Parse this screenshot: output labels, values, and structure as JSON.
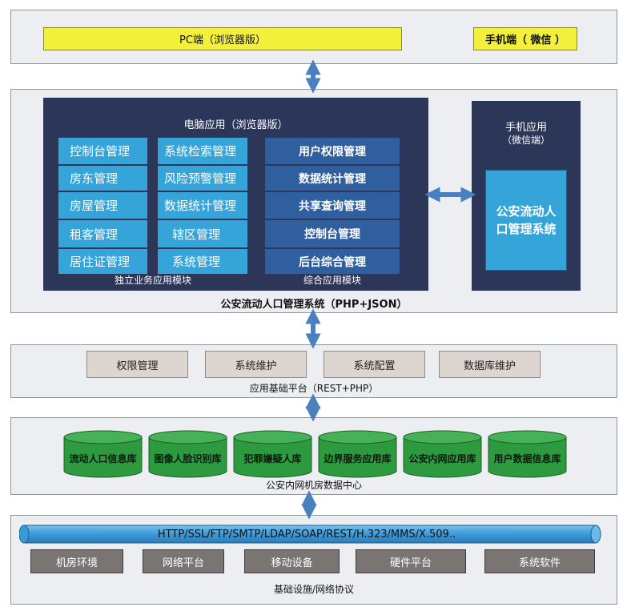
{
  "top": {
    "pc_client": "PC端（浏览器版）",
    "mobile_client": "手机端（  微信  ）"
  },
  "app_layer": {
    "pc_app_title": "电脑应用（浏览器版）",
    "independent_modules": {
      "col1": [
        "控制台管理",
        "房东管理",
        "房屋管理",
        "租客管理",
        "居住证管理"
      ],
      "col2": [
        "系统检索管理",
        "风险预警管理",
        "数据统计管理",
        "辖区管理",
        "系统管理"
      ],
      "caption": "独立业务应用模块"
    },
    "integrated_modules": {
      "items": [
        "用户权限管理",
        "数据统计管理",
        "共享查询管理",
        "控制台管理",
        "后台综合管理"
      ],
      "caption": "综合应用模块"
    },
    "mobile_app_title": "手机应用",
    "mobile_app_subtitle": "（微信端）",
    "mobile_system": "公安流动人口管理系统",
    "caption": "公安流动人口管理系统（PHP+JSON）"
  },
  "platform_layer": {
    "items": [
      "权限管理",
      "系统维护",
      "系统配置",
      "数据库维护"
    ],
    "caption": "应用基础平台（REST+PHP）"
  },
  "data_layer": {
    "databases": [
      "流动人口信息库",
      "图像人脸识别库",
      "犯罪嫌疑人库",
      "边界服务应用库",
      "公安内网应用库",
      "用户数据信息库"
    ],
    "caption": "公安内网机房数据中心"
  },
  "infra_layer": {
    "protocols": "HTTP/SSL/FTP/SMTP/LDAP/SOAP/REST/H.323/MMS/X.509..",
    "items": [
      "机房环境",
      "网络平台",
      "移动设备",
      "硬件平台",
      "系统软件"
    ],
    "caption": "基础设施/网络协议"
  },
  "colors": {
    "layer_bg": "#eceef2",
    "yellow": "#f2f03a",
    "navy": "#2b3658",
    "light_blue": "#34a4d9",
    "mid_blue": "#2f5f9f",
    "db_green": "#2e9a3f",
    "arrow_blue": "#4a7fc0"
  }
}
